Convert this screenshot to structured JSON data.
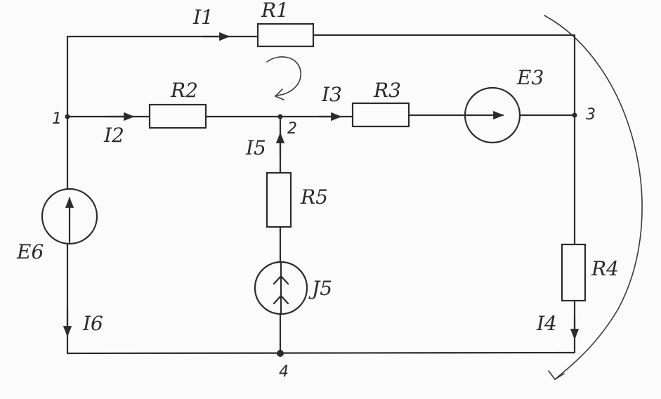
{
  "labels": {
    "I1": "I1",
    "R1": "R1",
    "R2": "R2",
    "I3": "I3",
    "R3": "R3",
    "E3": "E3",
    "node1": "1",
    "I2": "I2",
    "node2": "2",
    "node3": "3",
    "I5": "I5",
    "R5": "R5",
    "E6": "E6",
    "J5": "J5",
    "R4": "R4",
    "I6": "I6",
    "I4": "I4",
    "node4": "4"
  }
}
